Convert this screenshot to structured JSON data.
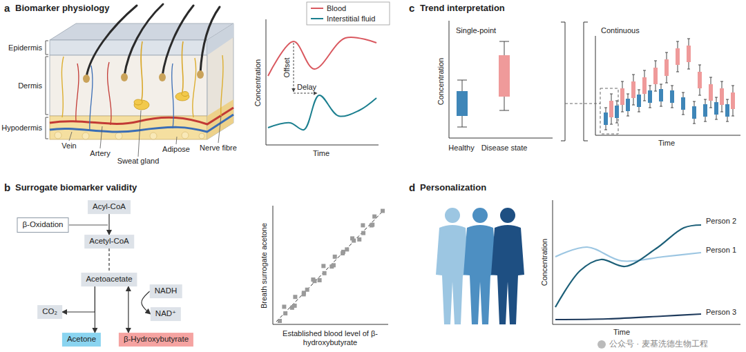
{
  "diagram": {
    "nodes": [
      {
        "text": [
          "Acyl-CoA"
        ]
      },
      {
        "text": [
          "β-Oxidation"
        ]
      },
      {
        "text": [
          "Acetyl-CoA"
        ]
      },
      {
        "text": [
          "Acetoacetate"
        ]
      },
      {
        "text": [
          "NADH"
        ]
      },
      {
        "text": [
          "NAD⁺"
        ]
      },
      {
        "text": [
          "CO₂"
        ]
      },
      {
        "text": [
          "Acetone"
        ]
      },
      {
        "text": [
          "β-Hydroxybutyrate"
        ]
      }
    ],
    "edges": [
      {
        "from": 0,
        "to": 2,
        "arrow": "to"
      },
      {
        "from": 2,
        "to": 3,
        "arrow": "none"
      },
      {
        "from": 3,
        "to": 6,
        "arrow": "to"
      },
      {
        "from": 3,
        "to": 7,
        "arrow": "to"
      },
      {
        "from": 3,
        "to": 8,
        "arrow": "both"
      },
      {
        "from": 4,
        "to": 5,
        "arrow": "to"
      }
    ],
    "labels": [
      "a",
      "Biomarker physiology",
      "Epidermis",
      "Dermis",
      "Hypodermis",
      "Vein",
      "Artery",
      "Sweat gland",
      "Adipose",
      "Nerve fibre",
      "Concentration",
      "Time",
      "Offset",
      "Delay",
      "b",
      "Surrogate biomarker validity",
      "Breath surrogate acetone",
      "Established blood level of β-hydroxybutyrate",
      "c",
      "Trend interpretation",
      "Single-point",
      "Continuous",
      "Concentration",
      "Healthy",
      "Disease state",
      "Time",
      "d",
      "Personalization",
      "Concentration",
      "Time",
      "Person 2",
      "Person 1",
      "Person 3",
      "公众号 · 麦基洗德生物工程"
    ],
    "legend": [
      {
        "text": "Blood"
      },
      {
        "text": "Interstitial fluid"
      }
    ]
  }
}
